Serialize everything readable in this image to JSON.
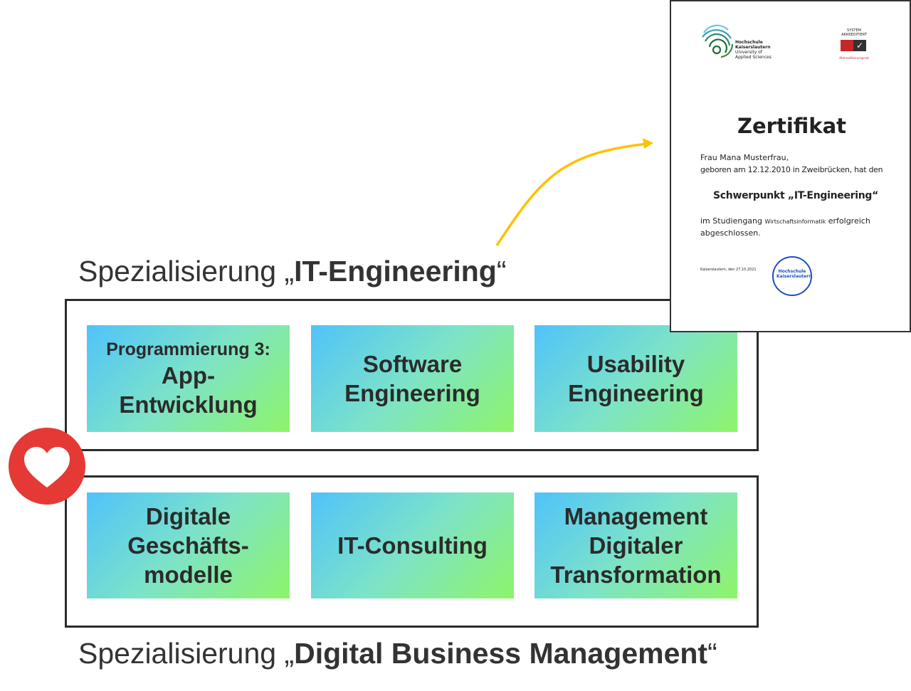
{
  "top_section": {
    "title_prefix": "Spezialisierung „",
    "title_bold": "IT-Engineering",
    "title_suffix": "“",
    "modules": [
      {
        "line_small": "Programmierung 3:",
        "line": "App-\nEntwicklung"
      },
      {
        "line": "Software Engineering"
      },
      {
        "line": "Usability Engineering"
      }
    ]
  },
  "bottom_section": {
    "title_prefix": "Spezialisierung „",
    "title_bold": "Digital Business Management",
    "title_suffix": "“",
    "modules": [
      {
        "line": "Digitale Geschäfts-modelle"
      },
      {
        "line": "IT-Consulting"
      },
      {
        "line": "Management Digitaler Transformation"
      }
    ]
  },
  "certificate": {
    "logo_lines": [
      "Hochschule",
      "Kaiserslautern",
      "University of",
      "Applied Sciences"
    ],
    "seal_text": "SYSTEM AKKREDITIERT",
    "seal_subtext": "Akkreditierungsrat",
    "heading": "Zertifikat",
    "line1": "Frau Mana Musterfrau,",
    "line2": "geboren am 12.12.2010 in Zweibrücken, hat den",
    "focus": "Schwerpunkt „IT-Engineering“",
    "line3_a": "im Studiengang ",
    "line3_program": "Wirtschaftsinformatik",
    "line3_b": " erfolgreich",
    "line4": "abgeschlossen.",
    "place_date": "Kaiserslautern, den 27.10.2021",
    "stamp_text": "Hochschule Kaiserslautern"
  },
  "colors": {
    "arrow": "#ffc000",
    "heart_bg": "#e53935",
    "tile_start": "#4fc3fa",
    "tile_end": "#8ef46a"
  }
}
